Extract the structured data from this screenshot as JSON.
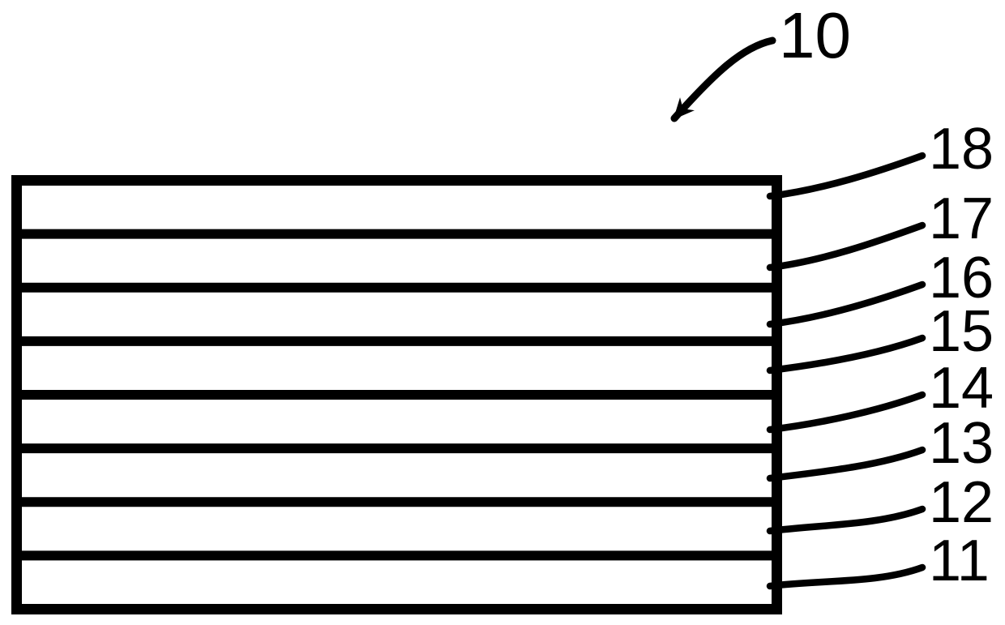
{
  "figure": {
    "type": "layer-stack-cross-section",
    "assembly_label": "10",
    "layer_labels_top_to_bottom": [
      "18",
      "17",
      "16",
      "15",
      "14",
      "13",
      "12",
      "11"
    ],
    "layer_count": 8,
    "colors": {
      "line": "#000000",
      "background": "#ffffff"
    }
  }
}
